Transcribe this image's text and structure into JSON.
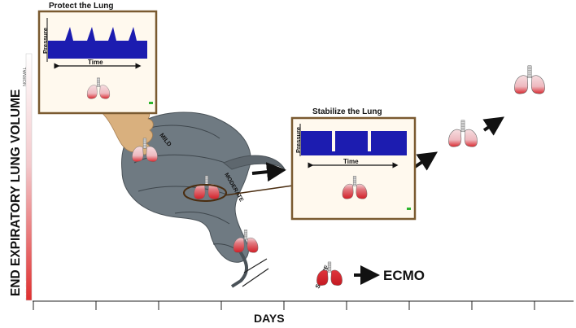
{
  "y_axis": {
    "label": "END EXPIRATORY LUNG VOLUME",
    "top_label": "NORMAL",
    "bottom_label": "SEVERE",
    "gradient_top": "#ffffff",
    "gradient_bottom": "#e03030"
  },
  "x_axis": {
    "label": "DAYS",
    "tick_count": 9
  },
  "panel_protect": {
    "title": "Protect the Lung",
    "y_label": "Pressure",
    "x_label": "Time",
    "waveform_color": "#1c1cb0"
  },
  "panel_stabilize": {
    "title": "Stabilize the Lung",
    "y_label": "Pressure",
    "x_label": "Time",
    "waveform_color": "#1c1cb0"
  },
  "storm_labels": {
    "mild": "MILD",
    "moderate": "MODERATE",
    "severe": "SEVERE"
  },
  "ecmo_label": "ECMO",
  "colors": {
    "panel_bg": "#fff9ee",
    "panel_border": "#7a5a30",
    "storm": "#6f7a82",
    "lung_pink": "#f0c6cc",
    "lung_red": "#d9282f",
    "hand": "#d9b07e"
  }
}
